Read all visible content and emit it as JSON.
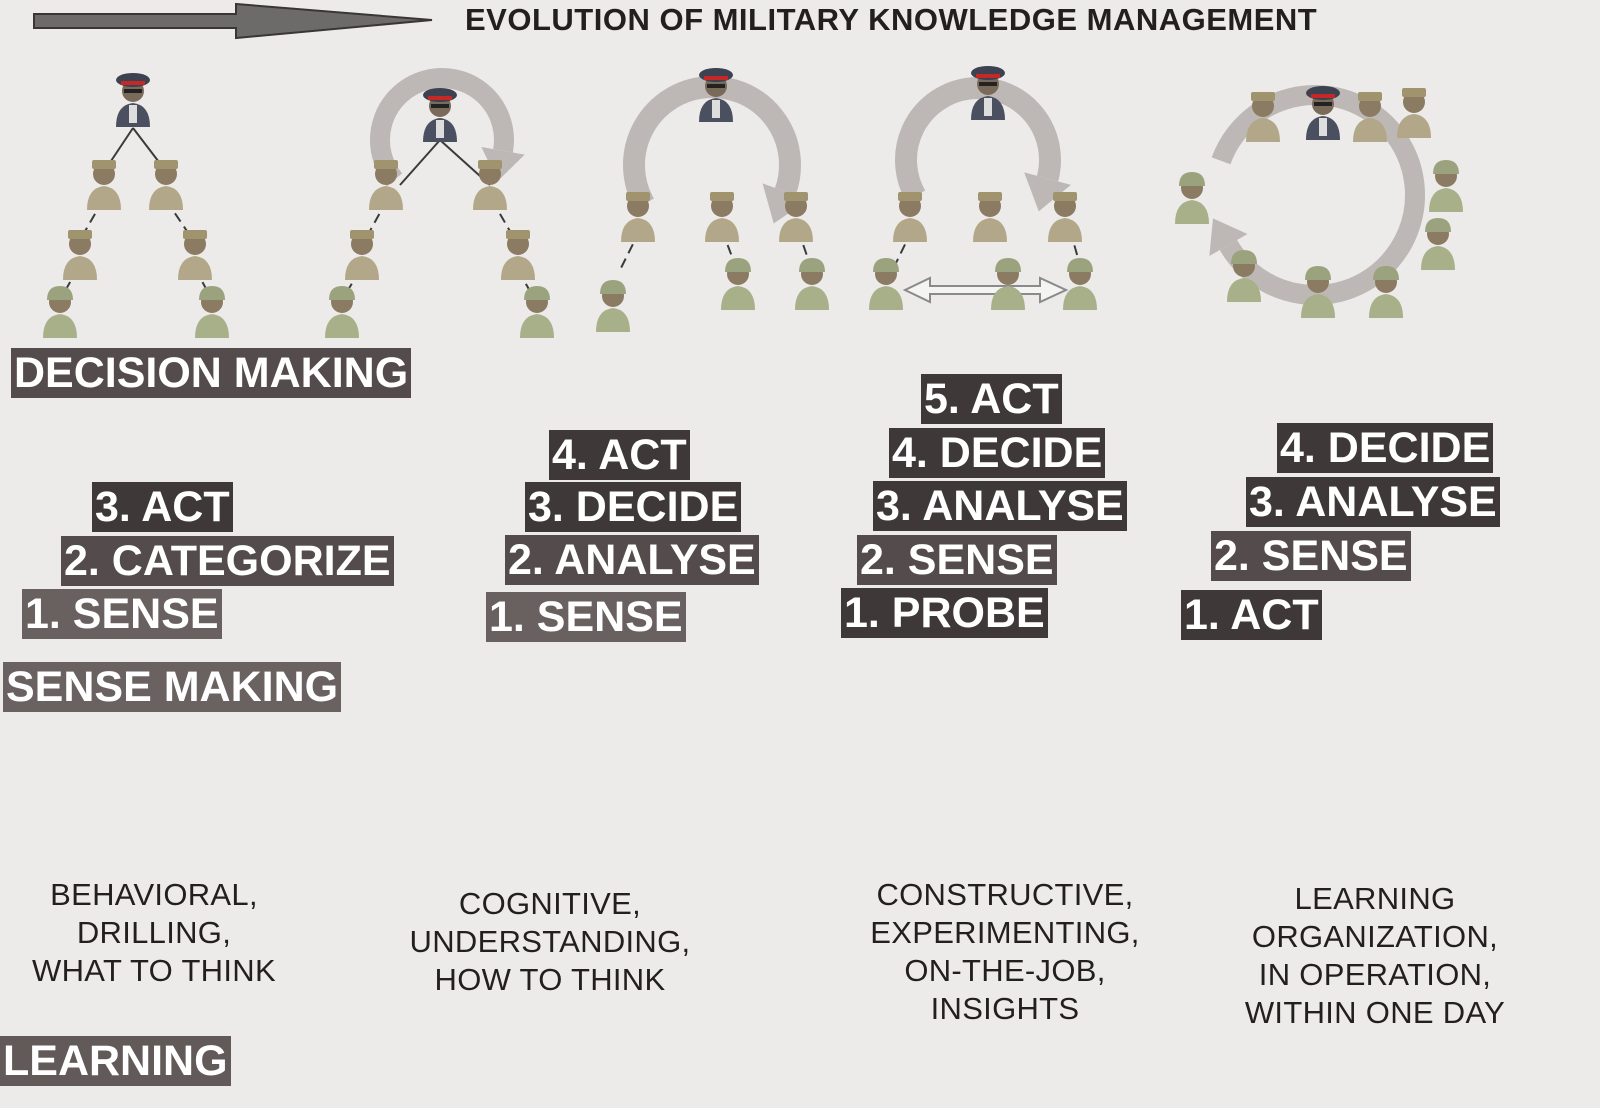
{
  "title": "EVOLUTION OF MILITARY KNOWLEDGE MANAGEMENT",
  "colors": {
    "background": "#ecebe9",
    "box_dark": "#3f3838",
    "box_mid": "#544c4c",
    "box_light": "#696060",
    "arrow_fill": "#6d6a6a",
    "cycle_arrow": "#bdb8b6",
    "soldier_camo": "#b3a78a",
    "soldier_helmet": "#9aa37e",
    "officer_uniform": "#4a5060",
    "officer_cap": "#c62828",
    "text": "#231f20"
  },
  "row_labels": {
    "decision_making": "DECISION MAKING",
    "sense_making": "SENSE MAKING",
    "learning": "LEARNING"
  },
  "columns": [
    {
      "steps": [
        "3. ACT",
        "2. CATEGORIZE",
        "1. SENSE"
      ],
      "description": [
        "BEHAVIORAL,",
        "DRILLING,",
        "WHAT TO THINK"
      ]
    },
    {
      "steps": [
        "4. ACT",
        "3. DECIDE",
        "2. ANALYSE",
        "1. SENSE"
      ],
      "description": [
        "COGNITIVE,",
        "UNDERSTANDING,",
        "HOW TO THINK"
      ]
    },
    {
      "steps": [
        "5. ACT",
        "4. DECIDE",
        "3. ANALYSE",
        "2. SENSE",
        "1. PROBE"
      ],
      "description": [
        "CONSTRUCTIVE,",
        "EXPERIMENTING,",
        "ON-THE-JOB,",
        "INSIGHTS"
      ]
    },
    {
      "steps": [
        "4. DECIDE",
        "3. ANALYSE",
        "2. SENSE",
        "1. ACT"
      ],
      "description": [
        "LEARNING",
        "ORGANIZATION,",
        "IN OPERATION,",
        "WITHIN ONE DAY"
      ]
    }
  ]
}
